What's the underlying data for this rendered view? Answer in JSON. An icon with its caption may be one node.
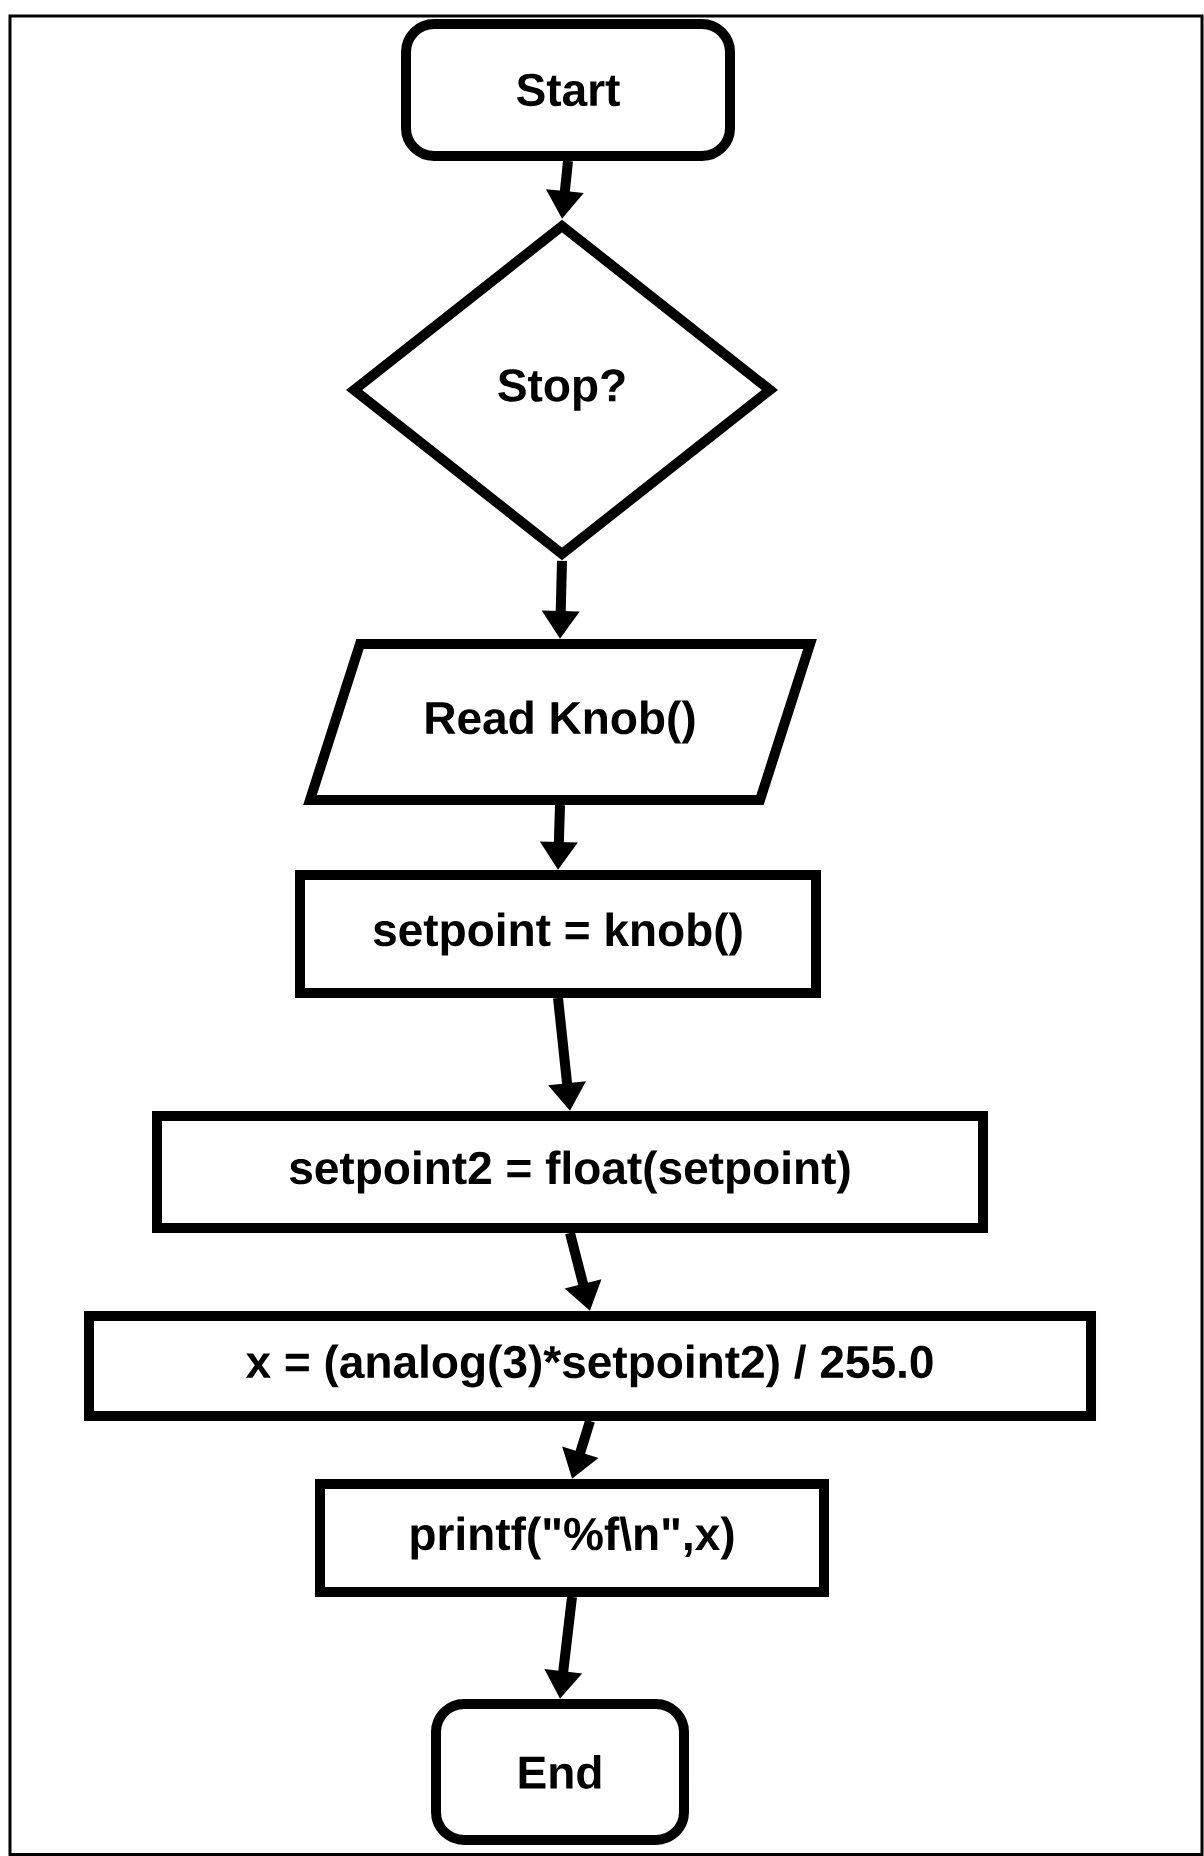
{
  "diagram": {
    "nodes": [
      {
        "text": [
          "Start"
        ]
      },
      {
        "text": [
          "Stop?"
        ]
      },
      {
        "text": [
          "Read Knob()"
        ]
      },
      {
        "text": [
          "setpoint = knob()"
        ]
      },
      {
        "text": [
          "setpoint2 = float(setpoint)"
        ]
      },
      {
        "text": [
          "x = (analog(3)*setpoint2) / 255.0"
        ]
      },
      {
        "text": [
          "printf(\"%f\\n\",x)"
        ]
      },
      {
        "text": [
          "End"
        ]
      }
    ],
    "edges": [
      {
        "from": 0,
        "to": 1,
        "arrow": "to"
      },
      {
        "from": 1,
        "to": 2,
        "arrow": "to"
      },
      {
        "from": 2,
        "to": 3,
        "arrow": "to"
      },
      {
        "from": 3,
        "to": 4,
        "arrow": "to"
      },
      {
        "from": 4,
        "to": 5,
        "arrow": "to"
      },
      {
        "from": 5,
        "to": 6,
        "arrow": "to"
      },
      {
        "from": 6,
        "to": 7,
        "arrow": "to"
      }
    ]
  }
}
